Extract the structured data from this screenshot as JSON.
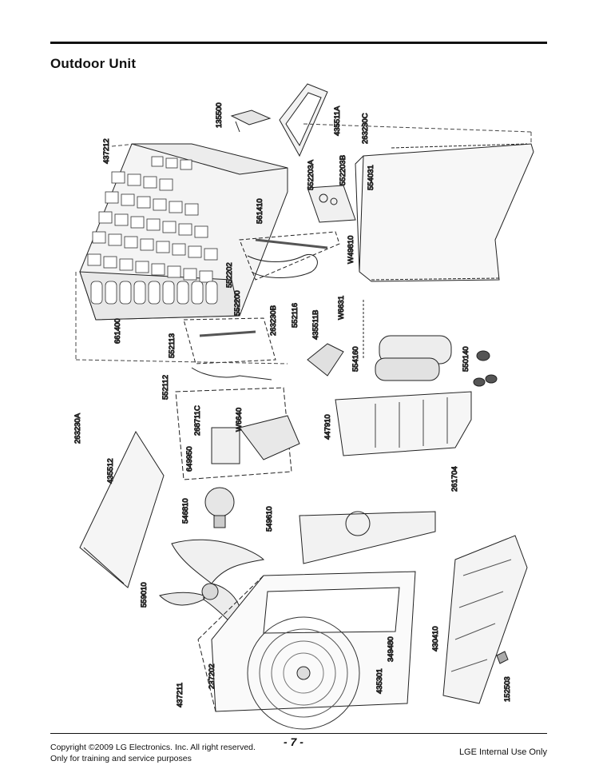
{
  "page": {
    "title": "Outdoor Unit",
    "page_number": "- 7 -",
    "copyright_line1": "Copyright ©2009 LG Electronics. Inc. All right reserved.",
    "copyright_line2": "Only for training and service purposes",
    "internal_note": "LGE Internal Use Only"
  },
  "parts": [
    {
      "code": "437212"
    },
    {
      "code": "135500"
    },
    {
      "code": "435511A"
    },
    {
      "code": "263230C"
    },
    {
      "code": "552203A"
    },
    {
      "code": "552203B"
    },
    {
      "code": "554031"
    },
    {
      "code": "561410"
    },
    {
      "code": "W49810"
    },
    {
      "code": "552202"
    },
    {
      "code": "552200"
    },
    {
      "code": "263230B"
    },
    {
      "code": "552116"
    },
    {
      "code": "435511B"
    },
    {
      "code": "W6631"
    },
    {
      "code": "661400"
    },
    {
      "code": "552113"
    },
    {
      "code": "554160"
    },
    {
      "code": "550140"
    },
    {
      "code": "263230A"
    },
    {
      "code": "552112"
    },
    {
      "code": "268711C"
    },
    {
      "code": "W6640"
    },
    {
      "code": "447910"
    },
    {
      "code": "649950"
    },
    {
      "code": "435512"
    },
    {
      "code": "261704"
    },
    {
      "code": "546810"
    },
    {
      "code": "549610"
    },
    {
      "code": "559010"
    },
    {
      "code": "430410"
    },
    {
      "code": "349480"
    },
    {
      "code": "437211"
    },
    {
      "code": "237202"
    },
    {
      "code": "435301"
    },
    {
      "code": "152503"
    }
  ]
}
